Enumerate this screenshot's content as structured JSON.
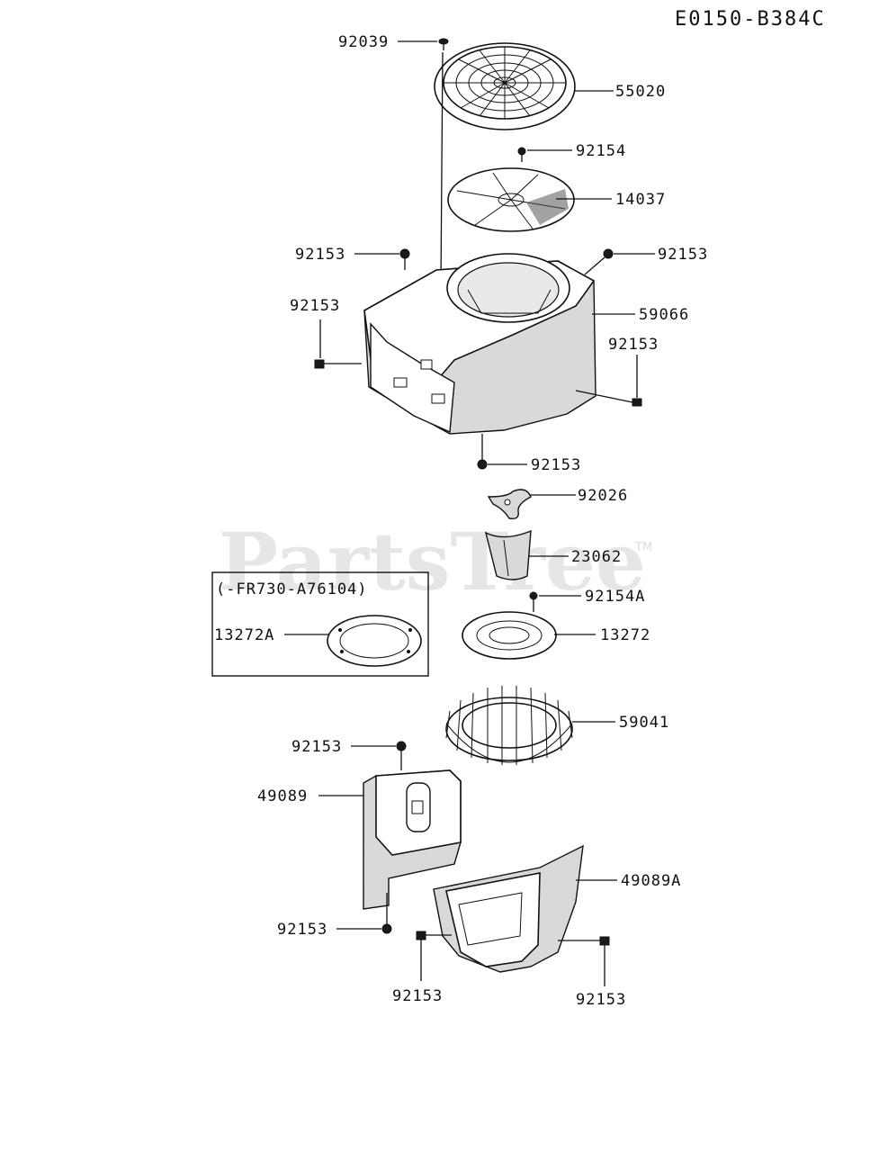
{
  "diagram_code": "E0150-B384C",
  "watermark": "PartsTree",
  "watermark_tm": "TM",
  "inset_title": "(-FR730-A76104)",
  "labels": {
    "p92039": "92039",
    "p55020": "55020",
    "p92154": "92154",
    "p14037": "14037",
    "p92153_a": "92153",
    "p92153_b": "92153",
    "p92153_c": "92153",
    "p59066": "59066",
    "p92153_d": "92153",
    "p92153_e": "92153",
    "p92026": "92026",
    "p23062": "23062",
    "p92154A": "92154A",
    "p13272A": "13272A",
    "p13272": "13272",
    "p59041": "59041",
    "p92153_f": "92153",
    "p49089": "49089",
    "p49089A": "49089A",
    "p92153_g": "92153",
    "p92153_h": "92153",
    "p92153_i": "92153"
  }
}
